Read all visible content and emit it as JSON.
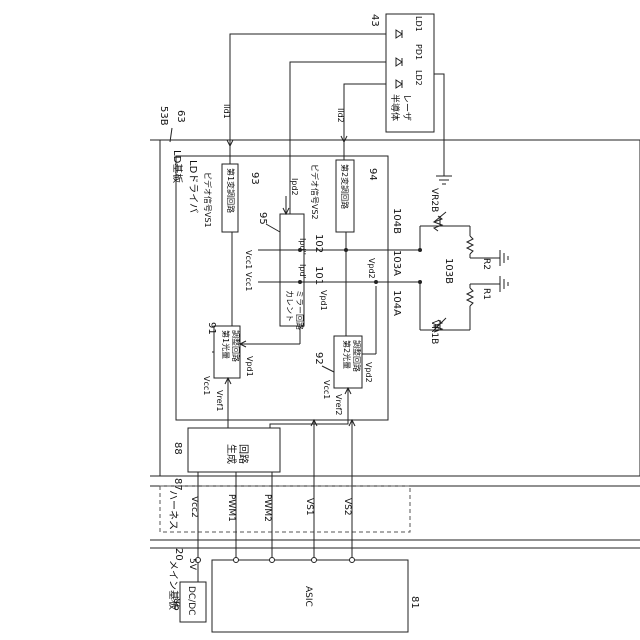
{
  "diagram": {
    "refs": {
      "r20": "20",
      "r43": "43",
      "r53b": "53B",
      "r63": "63",
      "r81": "81",
      "r86": "86",
      "r87": "87",
      "r88": "88",
      "r91": "91",
      "r92": "92",
      "r93": "93",
      "r94": "94",
      "r95": "95",
      "r101": "101",
      "r102": "102",
      "r103a": "103A",
      "r103b": "103B",
      "r104a": "104A",
      "r104b": "104B"
    },
    "boards": {
      "ld_board": "LD基板",
      "ld_driver": "LDドライバ",
      "harness": "ハーネス",
      "main_board": "メイン基板"
    },
    "blocks": {
      "asic": "ASIC",
      "dcdc": "DC/DC",
      "gen_line1": "生成",
      "gen_line2": "回路",
      "adj1_line1": "第1光量",
      "adj1_line2": "調整回路",
      "adj2_line1": "第2光量",
      "adj2_line2": "調整回路",
      "mod1": "第1変調回路",
      "mod2": "第2変調回路",
      "mirror_line1": "カレント",
      "mirror_line2": "ミラー回路",
      "laser_line1": "半導体",
      "laser_line2": "レーザ"
    },
    "signals": {
      "v5": "5V",
      "vcc2": "Vcc2",
      "pwm1": "PWM1",
      "pwm2": "PWM2",
      "vs1": "VS1",
      "vs2": "VS2",
      "video1": "ビデオ信号VS1",
      "video2": "ビデオ信号VS2",
      "vcc1_a": "Vcc1",
      "vcc1_b": "Vcc1",
      "vcc1_c": "Vcc1",
      "vcc1_d": "Vcc1",
      "vpd1_a": "Vpd1",
      "vpd1_b": "Vpd1",
      "vpd2_a": "Vpd2",
      "vpd2_b": "Vpd2",
      "vref1": "Vref1",
      "vref2": "Vref2",
      "ild1": "Ild1",
      "ild2": "Ild2",
      "ipd1": "Ipd1",
      "ipd2": "Ipd2",
      "ipd_pp": "Ipd''",
      "ipd_p": "Ipd'",
      "ld1": "LD1",
      "ld2": "LD2",
      "pd1": "PD1",
      "vr1b": "VR1B",
      "vr2b": "VR2B",
      "r1": "R1",
      "r2": "R2"
    }
  }
}
